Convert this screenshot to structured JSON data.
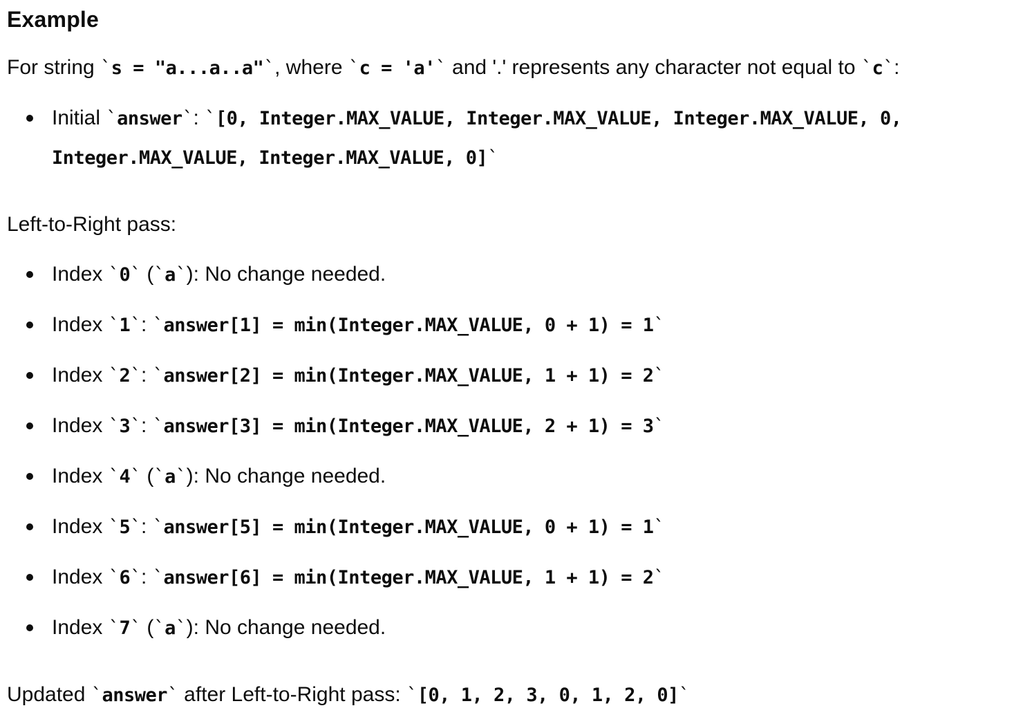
{
  "colors": {
    "background": "#ffffff",
    "text": "#0d0d0d"
  },
  "syntax": {
    "tick": "`"
  },
  "document": {
    "heading": "Example",
    "intro": [
      {
        "t": "text",
        "v": "For string "
      },
      {
        "t": "code",
        "v": "s = \"a...a..a\""
      },
      {
        "t": "text",
        "v": ", where "
      },
      {
        "t": "code",
        "v": "c = 'a'"
      },
      {
        "t": "text",
        "v": " and '.' represents any character not equal to "
      },
      {
        "t": "code",
        "v": "c"
      },
      {
        "t": "text",
        "v": ":"
      }
    ],
    "initial_items": [
      [
        {
          "t": "text",
          "v": "Initial "
        },
        {
          "t": "code",
          "v": "answer"
        },
        {
          "t": "text",
          "v": ": "
        },
        {
          "t": "code",
          "v": "[0, Integer.MAX_VALUE, Integer.MAX_VALUE, Integer.MAX_VALUE, 0, Integer.MAX_VALUE, Integer.MAX_VALUE, 0]"
        }
      ]
    ],
    "pass_label": "Left-to-Right pass:",
    "pass_steps": [
      [
        {
          "t": "text",
          "v": "Index "
        },
        {
          "t": "code",
          "v": "0"
        },
        {
          "t": "text",
          "v": " ("
        },
        {
          "t": "code",
          "v": "a"
        },
        {
          "t": "text",
          "v": "): No change needed."
        }
      ],
      [
        {
          "t": "text",
          "v": "Index "
        },
        {
          "t": "code",
          "v": "1"
        },
        {
          "t": "text",
          "v": ": "
        },
        {
          "t": "code",
          "v": "answer[1] = min(Integer.MAX_VALUE, 0 + 1) = 1"
        }
      ],
      [
        {
          "t": "text",
          "v": "Index "
        },
        {
          "t": "code",
          "v": "2"
        },
        {
          "t": "text",
          "v": ": "
        },
        {
          "t": "code",
          "v": "answer[2] = min(Integer.MAX_VALUE, 1 + 1) = 2"
        }
      ],
      [
        {
          "t": "text",
          "v": "Index "
        },
        {
          "t": "code",
          "v": "3"
        },
        {
          "t": "text",
          "v": ": "
        },
        {
          "t": "code",
          "v": "answer[3] = min(Integer.MAX_VALUE, 2 + 1) = 3"
        }
      ],
      [
        {
          "t": "text",
          "v": "Index "
        },
        {
          "t": "code",
          "v": "4"
        },
        {
          "t": "text",
          "v": " ("
        },
        {
          "t": "code",
          "v": "a"
        },
        {
          "t": "text",
          "v": "): No change needed."
        }
      ],
      [
        {
          "t": "text",
          "v": "Index "
        },
        {
          "t": "code",
          "v": "5"
        },
        {
          "t": "text",
          "v": ": "
        },
        {
          "t": "code",
          "v": "answer[5] = min(Integer.MAX_VALUE, 0 + 1) = 1"
        }
      ],
      [
        {
          "t": "text",
          "v": "Index "
        },
        {
          "t": "code",
          "v": "6"
        },
        {
          "t": "text",
          "v": ": "
        },
        {
          "t": "code",
          "v": "answer[6] = min(Integer.MAX_VALUE, 1 + 1) = 2"
        }
      ],
      [
        {
          "t": "text",
          "v": "Index "
        },
        {
          "t": "code",
          "v": "7"
        },
        {
          "t": "text",
          "v": " ("
        },
        {
          "t": "code",
          "v": "a"
        },
        {
          "t": "text",
          "v": "): No change needed."
        }
      ]
    ],
    "updated": [
      {
        "t": "text",
        "v": "Updated "
      },
      {
        "t": "code",
        "v": "answer"
      },
      {
        "t": "text",
        "v": " after Left-to-Right pass: "
      },
      {
        "t": "code",
        "v": "[0, 1, 2, 3, 0, 1, 2, 0]"
      }
    ]
  }
}
